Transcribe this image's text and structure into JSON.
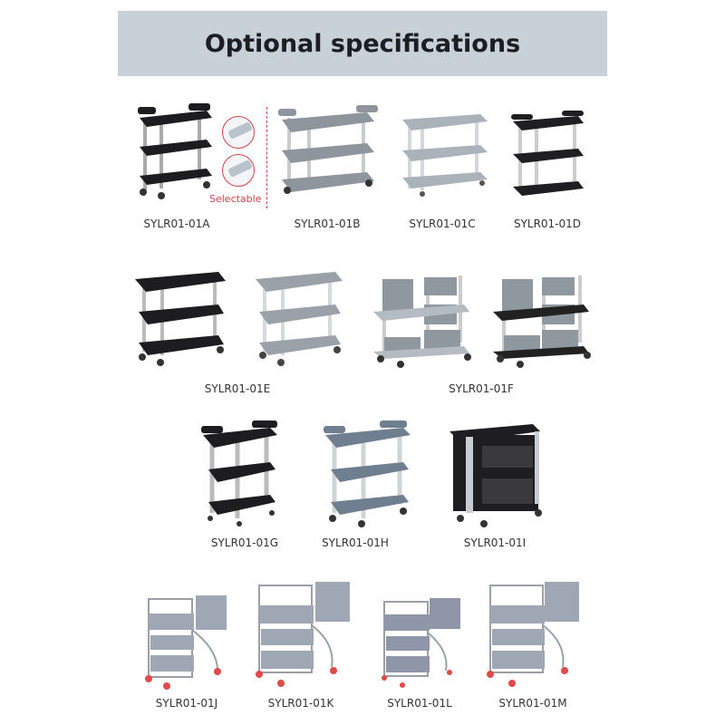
{
  "header": {
    "title": "Optional specifications",
    "background": "#c8d0d8"
  },
  "selectable": {
    "label": "Selectable",
    "color": "#d0454a"
  },
  "products": [
    {
      "model": "SYLR01-01A",
      "color": "black",
      "type": "3-tier utility cart"
    },
    {
      "model": "SYLR01-01B",
      "color": "grey",
      "type": "3-tier utility cart"
    },
    {
      "model": "SYLR01-01C",
      "color": "light-grey",
      "type": "3-tier utility cart"
    },
    {
      "model": "SYLR01-01D",
      "color": "black",
      "type": "3-tier utility cart"
    },
    {
      "model": "SYLR01-01E",
      "color": "black / grey",
      "type": "3-tier utility cart"
    },
    {
      "model": "SYLR01-01F",
      "color": "grey / black",
      "type": "cart with bins"
    },
    {
      "model": "SYLR01-01G",
      "color": "black",
      "type": "3-tier utility cart"
    },
    {
      "model": "SYLR01-01H",
      "color": "blue-grey",
      "type": "3-tier utility cart"
    },
    {
      "model": "SYLR01-01I",
      "color": "black",
      "type": "enclosed cart"
    },
    {
      "model": "SYLR01-01J",
      "color": "stainless",
      "type": "bus cart with bins"
    },
    {
      "model": "SYLR01-01K",
      "color": "stainless",
      "type": "bus cart with bins"
    },
    {
      "model": "SYLR01-01L",
      "color": "stainless",
      "type": "bus cart with bins"
    },
    {
      "model": "SYLR01-01M",
      "color": "stainless",
      "type": "bus cart with bins"
    }
  ]
}
